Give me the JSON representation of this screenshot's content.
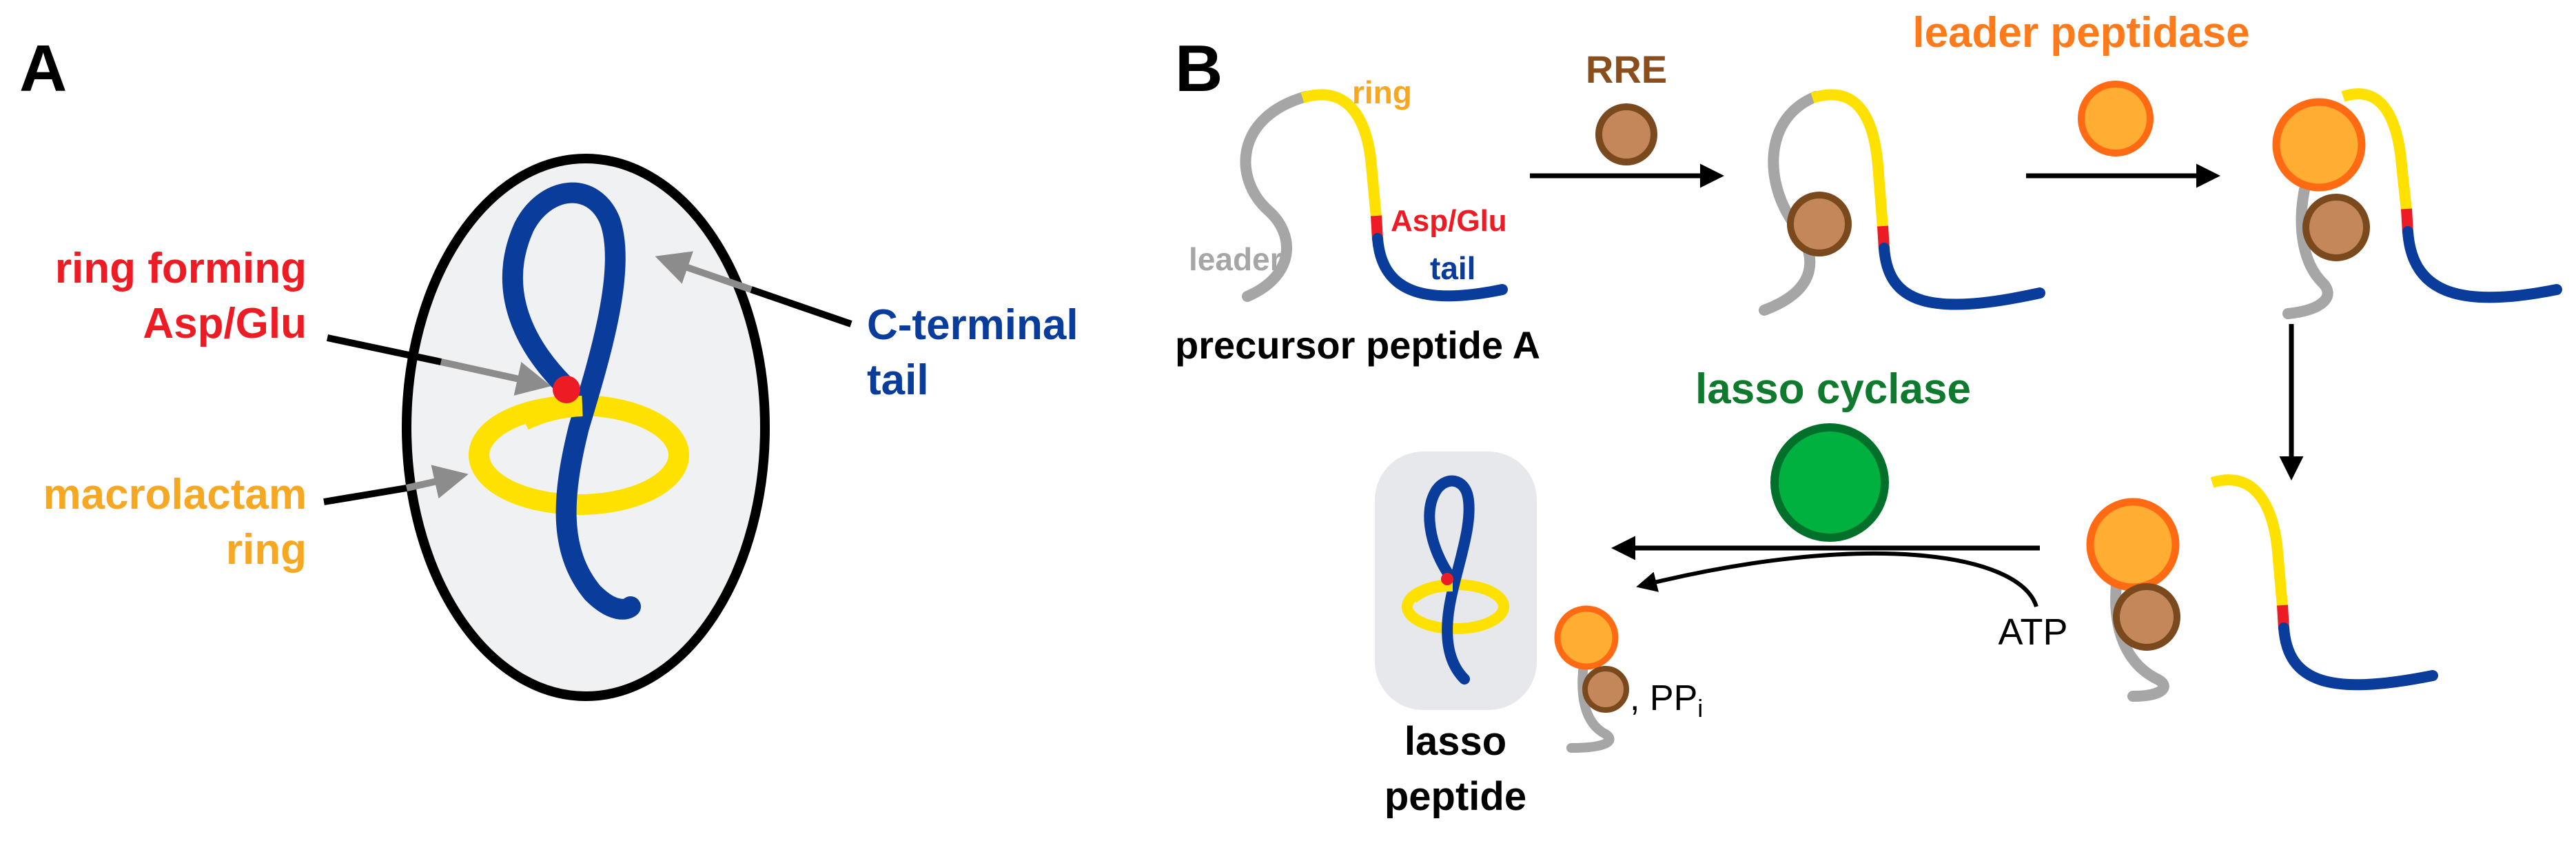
{
  "panels": {
    "a": {
      "letter": "A",
      "labels": {
        "ring_forming_line1": "ring forming",
        "ring_forming_line2": "Asp/Glu",
        "c_terminal_line1": "C-terminal",
        "c_terminal_line2": "tail",
        "macrolactam_line1": "macrolactam",
        "macrolactam_line2": "ring"
      }
    },
    "b": {
      "letter": "B",
      "labels": {
        "ring": "ring",
        "leader": "leader",
        "asp_glu": "Asp/Glu",
        "tail": "tail",
        "precursor": "precursor peptide A",
        "rre": "RRE",
        "leader_peptidase": "leader peptidase",
        "lasso_cyclase": "lasso cyclase",
        "atp": "ATP",
        "ppi_main": ", PP",
        "ppi_sub": "i",
        "lasso_line1": "lasso",
        "lasso_line2": "peptide"
      }
    }
  },
  "colors": {
    "leader": "#a6a6a6",
    "ring": "#ffe100",
    "asp_glu": "#ed1c24",
    "tail": "#0a3c9c",
    "rre": "#c4875a",
    "rre_stroke": "#7a4a1e",
    "peptidase": "#ffad33",
    "peptidase_stroke": "#ff6a13",
    "cyclase": "#00b140",
    "cyclase_stroke": "#00702a",
    "ellipse_fill": "#f0f1f3",
    "ring_label": "#f7a823",
    "rre_label": "#8a4e1c",
    "peptidase_label": "#ff7a1a",
    "cyclase_label": "#0f7a2e"
  }
}
